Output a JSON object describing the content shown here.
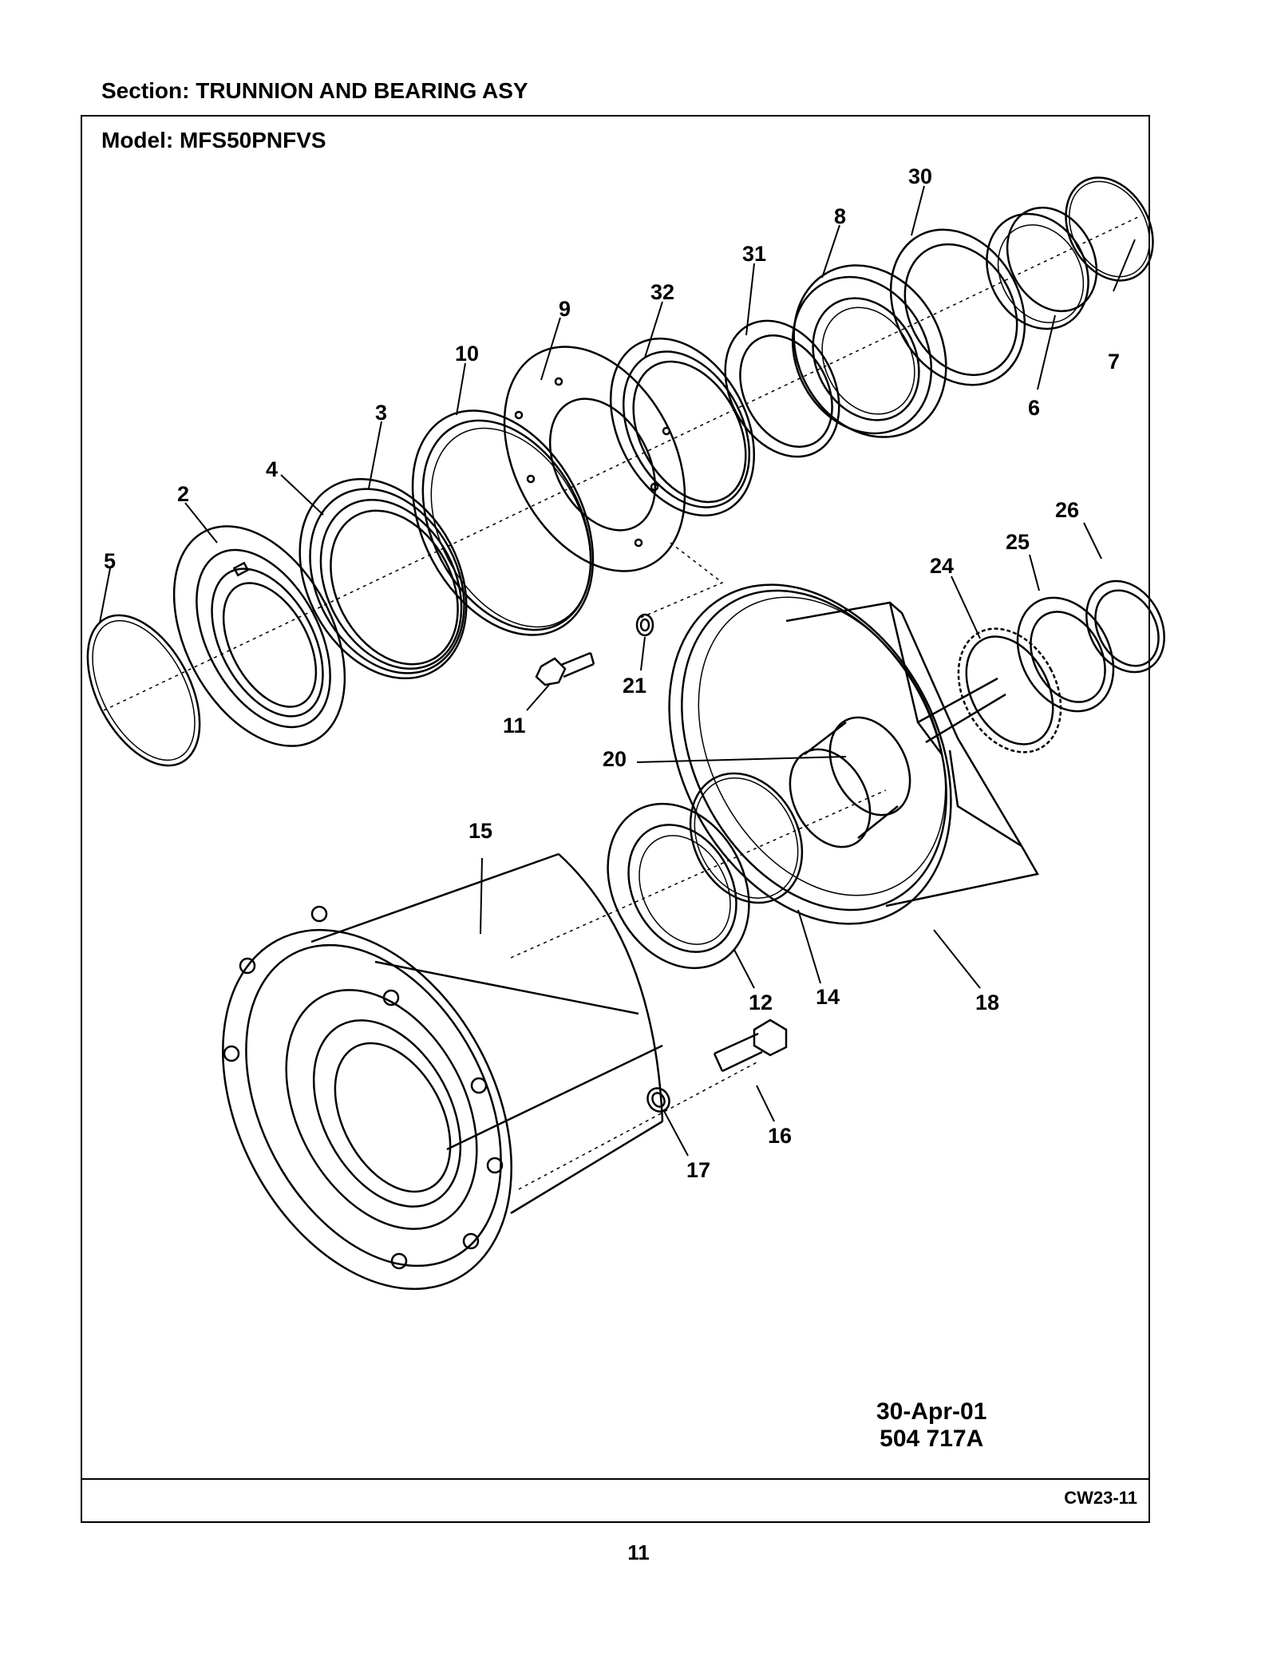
{
  "header": {
    "section_label": "Section:  TRUNNION AND BEARING ASY",
    "model_label": "Model:  MFS50PNFVS"
  },
  "stamp": {
    "date": "30-Apr-01",
    "drawing_number": "504 717A"
  },
  "footer": {
    "code": "CW23-11",
    "page_number": "11"
  },
  "callouts": [
    "5",
    "2",
    "4",
    "3",
    "10",
    "9",
    "32",
    "31",
    "8",
    "30",
    "7",
    "6",
    "26",
    "25",
    "24",
    "21",
    "11",
    "20",
    "15",
    "12",
    "14",
    "18",
    "16",
    "17"
  ]
}
